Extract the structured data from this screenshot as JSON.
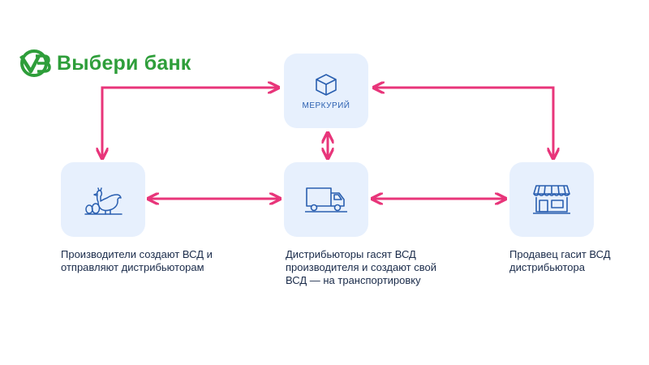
{
  "brand": {
    "name": "Выбери банк",
    "logo_mark": "VB"
  },
  "nodes": {
    "mercury": {
      "label": "МЕРКУРИЙ"
    },
    "producer": {
      "caption": "Производители создают ВСД и отправляют дистрибьюторам"
    },
    "distributor": {
      "caption": "Дистрибьюторы гасят ВСД производителя и создают свой ВСД — на транспортировку"
    },
    "seller": {
      "caption": "Продавец гасит ВСД дистрибьютора"
    }
  },
  "icons": {
    "mercury": "box-icon",
    "producer": "chicken-eggs-icon",
    "distributor": "truck-icon",
    "seller": "shop-icon"
  },
  "colors": {
    "arrow": "#e8357a",
    "node_bg": "#e7f0fd",
    "icon": "#2a5fb0",
    "brand": "#2e9e3a",
    "caption_text": "#1a2b4a"
  }
}
